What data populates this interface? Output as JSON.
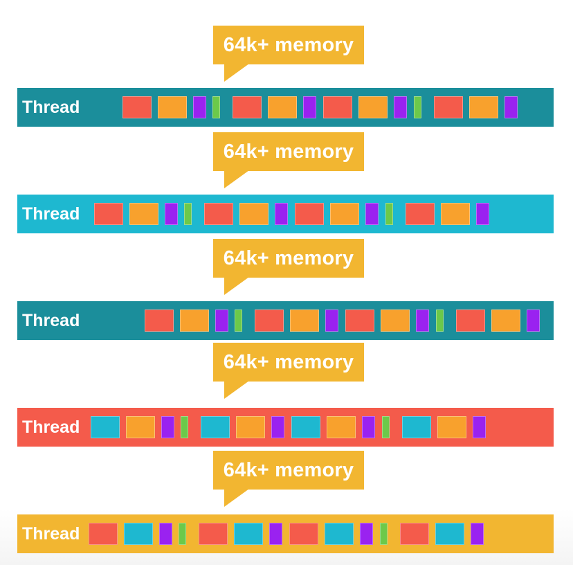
{
  "colors": {
    "callout": "#f2b631",
    "red": "#f45b4b",
    "orange": "#f8a12d",
    "purple": "#9a22f0",
    "green": "#6cc94a",
    "cyan": "#1eb8d0",
    "dark_teal": "#1b8e9b"
  },
  "callouts": [
    {
      "label": "64k+ memory"
    },
    {
      "label": "64k+ memory"
    },
    {
      "label": "64k+ memory"
    },
    {
      "label": "64k+ memory"
    },
    {
      "label": "64k+ memory"
    }
  ],
  "threads": [
    {
      "label": "Thread",
      "background": "#1b8e9b",
      "blocks": [
        "red",
        "orange",
        "purple",
        "green",
        "red",
        "orange",
        "purple",
        "red",
        "orange",
        "purple",
        "green",
        "red",
        "orange",
        "purple"
      ]
    },
    {
      "label": "Thread",
      "background": "#1eb8d0",
      "blocks": [
        "red",
        "orange",
        "purple",
        "green",
        "red",
        "orange",
        "purple",
        "red",
        "orange",
        "purple",
        "green",
        "red",
        "orange",
        "purple"
      ]
    },
    {
      "label": "Thread",
      "background": "#1b8e9b",
      "blocks": [
        "red",
        "orange",
        "purple",
        "green",
        "red",
        "orange",
        "purple",
        "red",
        "orange",
        "purple",
        "green",
        "red",
        "orange",
        "purple"
      ]
    },
    {
      "label": "Thread",
      "background": "#f45b4b",
      "blocks": [
        "cyan",
        "orange",
        "purple",
        "green",
        "cyan",
        "orange",
        "purple",
        "cyan",
        "orange",
        "purple",
        "green",
        "cyan",
        "orange",
        "purple"
      ]
    },
    {
      "label": "Thread",
      "background": "#f2b631",
      "blocks": [
        "red",
        "cyan",
        "purple",
        "green",
        "red",
        "cyan",
        "purple",
        "red",
        "cyan",
        "purple",
        "green",
        "red",
        "cyan",
        "purple"
      ]
    }
  ]
}
